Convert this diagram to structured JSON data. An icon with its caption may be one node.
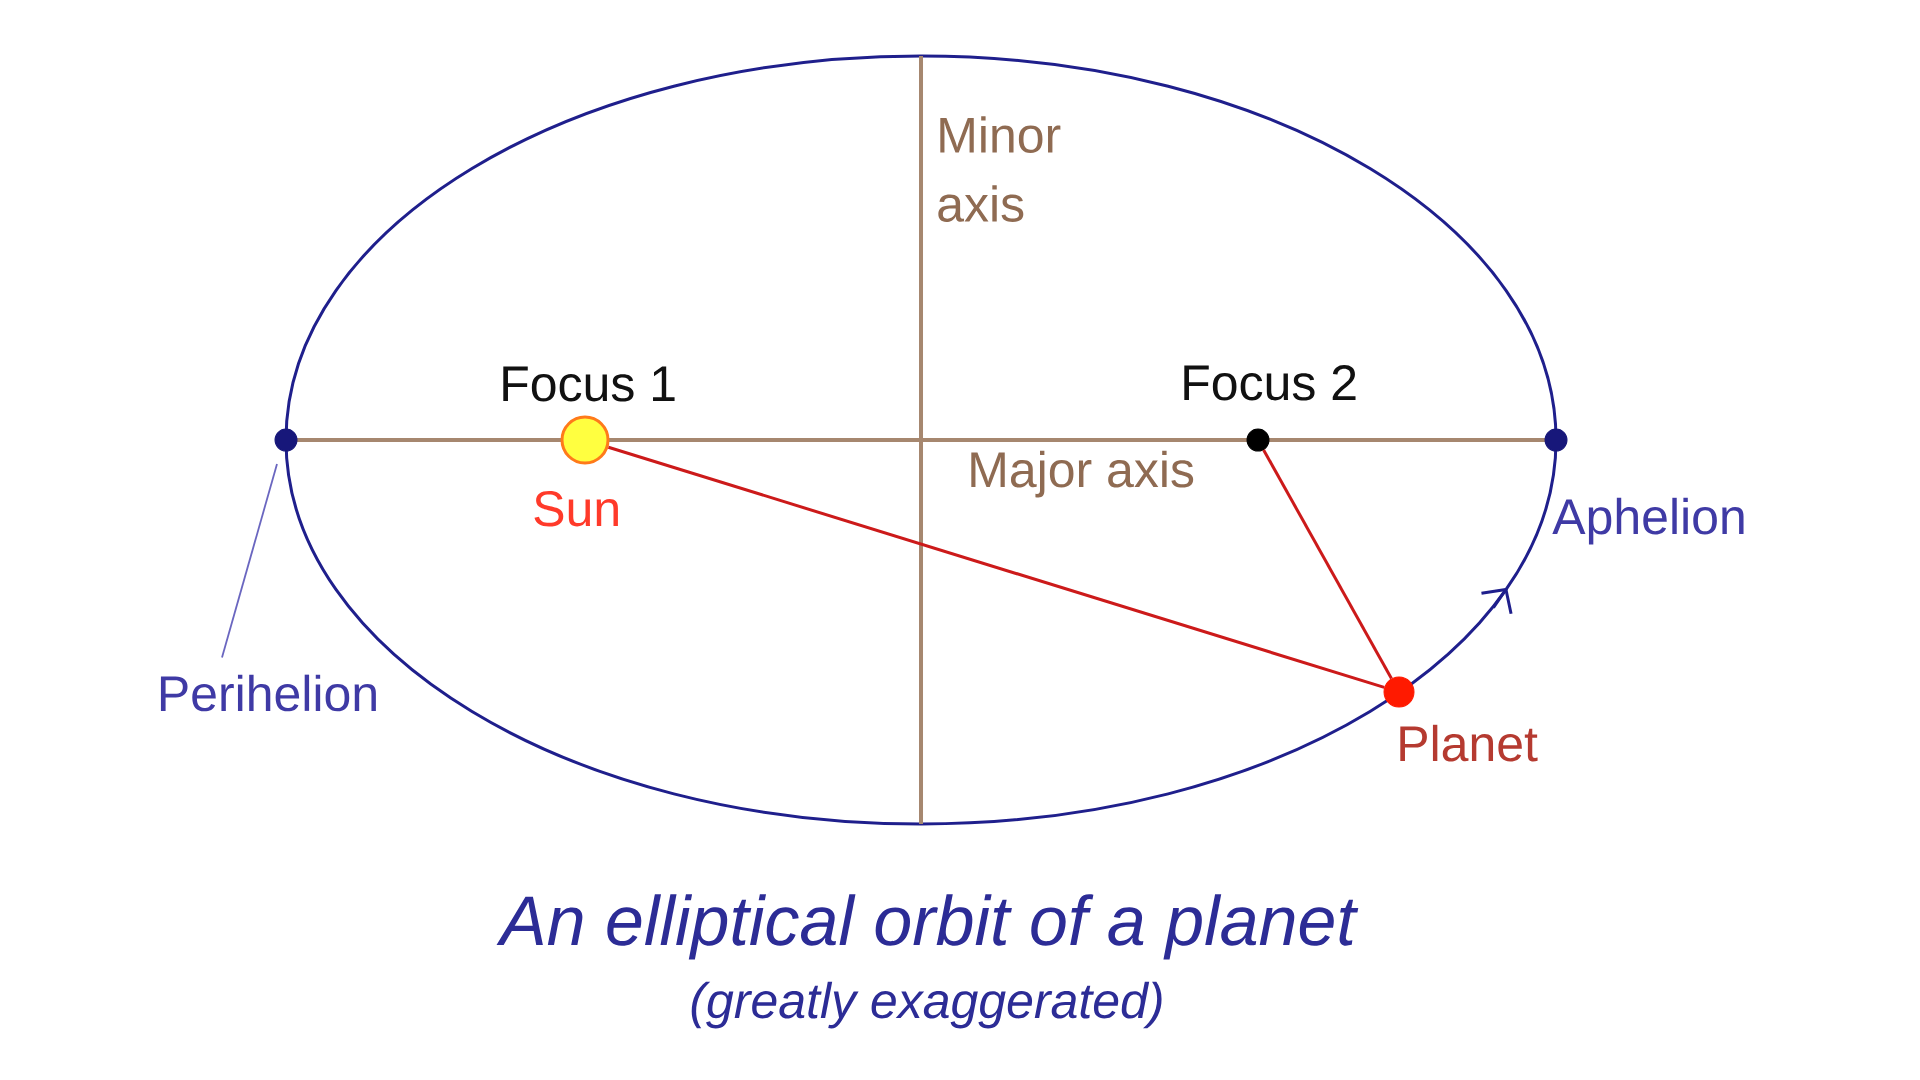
{
  "diagram": {
    "title": "An elliptical orbit of a planet",
    "caption": "(greatly exaggerated)",
    "nodes": [
      {
        "text": [],
        "shape": "circle"
      },
      {
        "text": [],
        "shape": "circle",
        "beside": [
          "Focus 1",
          "Sun"
        ]
      },
      {
        "text": [],
        "shape": "circle",
        "beside": [
          "Focus 2"
        ]
      },
      {
        "text": [],
        "shape": "circle",
        "beside": [
          "Aphelion"
        ]
      },
      {
        "text": [
          "Perihelion"
        ]
      },
      {
        "text": [],
        "shape": "circle",
        "beside": [
          "Planet"
        ]
      }
    ],
    "edges": [
      {
        "from": 1,
        "to": 5,
        "arrow": "none"
      },
      {
        "from": 2,
        "to": 5,
        "arrow": "none"
      },
      {
        "from": 4,
        "to": 0,
        "arrow": "none",
        "color": "#6a66c0"
      }
    ],
    "labels": [
      "Minor axis",
      "Major axis"
    ]
  }
}
